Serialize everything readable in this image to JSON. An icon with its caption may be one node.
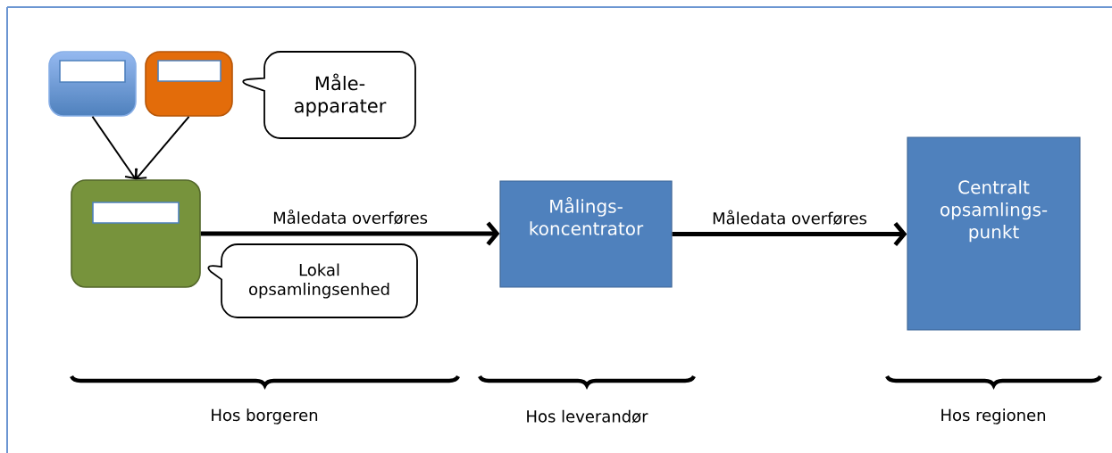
{
  "diagram": {
    "nodes": [
      {
        "text": [],
        "shape": "box"
      },
      {
        "text": [],
        "shape": "box"
      },
      {
        "text": [
          "Måle- apparater"
        ]
      },
      {
        "text": [],
        "shape": "box"
      },
      {
        "text": [
          "Lokal opsamlingsenhed"
        ]
      },
      {
        "text": [
          "Målings- koncentrator"
        ]
      },
      {
        "text": [
          "Centralt opsamlings- punkt"
        ]
      }
    ],
    "edges": [
      {
        "from": 0,
        "to": 3,
        "arrow": "to"
      },
      {
        "from": 1,
        "to": 3,
        "arrow": "to"
      },
      {
        "from": 3,
        "to": 5,
        "arrow": "to",
        "label": "Måledata overføres",
        "style": "thick"
      },
      {
        "from": 5,
        "to": 6,
        "arrow": "to",
        "label": "Måledata overføres",
        "style": "thick"
      }
    ],
    "labels": [
      "Hos borgeren",
      "Hos leverandør",
      "Hos regionen"
    ]
  }
}
